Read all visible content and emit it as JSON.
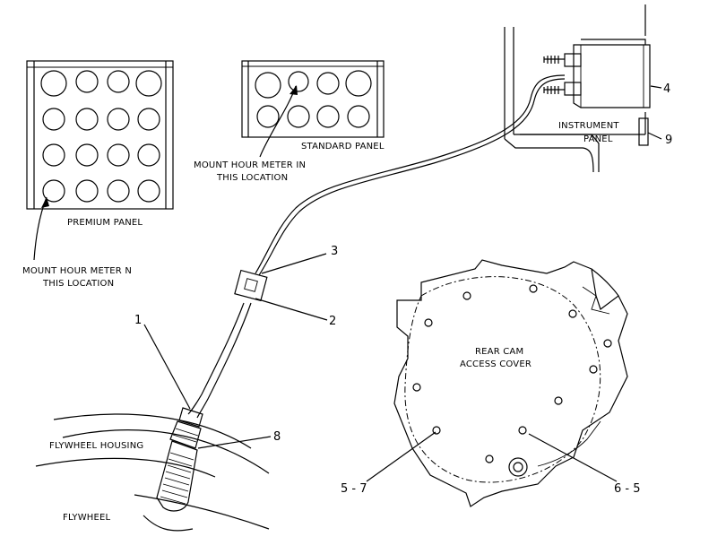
{
  "labels": {
    "premium_panel": "PREMIUM PANEL",
    "standard_panel": "STANDARD PANEL",
    "mount_premium_line1": "MOUNT HOUR METER N",
    "mount_premium_line2": "THIS LOCATION",
    "mount_standard_line1": "MOUNT HOUR METER IN",
    "mount_standard_line2": "THIS LOCATION",
    "instrument_line1": "INSTRUMENT",
    "instrument_line2": "PANEL",
    "rear_cam_line1": "REAR CAM",
    "rear_cam_line2": "ACCESS COVER",
    "flywheel_housing": "FLYWHEEL HOUSING",
    "flywheel": "FLYWHEEL"
  },
  "callouts": {
    "c1": "1",
    "c2": "2",
    "c3": "3",
    "c4": "4",
    "c8": "8",
    "c9": "9",
    "c57": "5 - 7",
    "c65": "6 - 5"
  }
}
